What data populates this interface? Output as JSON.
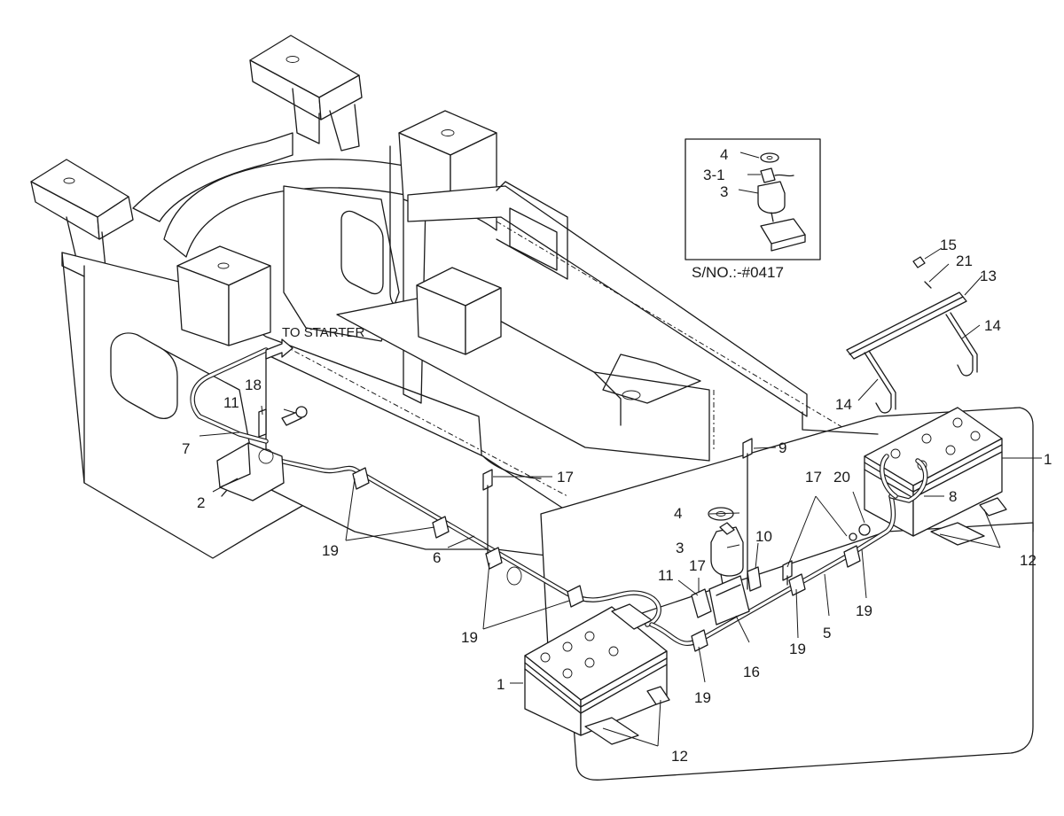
{
  "texts": {
    "to_starter": "TO STARTER",
    "inset_serial": "S/NO.:-#0417"
  },
  "callouts": [
    {
      "id": "c1a",
      "label": "1"
    },
    {
      "id": "c1b",
      "label": "1"
    },
    {
      "id": "c2",
      "label": "2"
    },
    {
      "id": "c3",
      "label": "3"
    },
    {
      "id": "c3i",
      "label": "3"
    },
    {
      "id": "c31i",
      "label": "3-1"
    },
    {
      "id": "c4",
      "label": "4"
    },
    {
      "id": "c4i",
      "label": "4"
    },
    {
      "id": "c5",
      "label": "5"
    },
    {
      "id": "c6",
      "label": "6"
    },
    {
      "id": "c7",
      "label": "7"
    },
    {
      "id": "c8",
      "label": "8"
    },
    {
      "id": "c9",
      "label": "9"
    },
    {
      "id": "c10",
      "label": "10"
    },
    {
      "id": "c11a",
      "label": "11"
    },
    {
      "id": "c11b",
      "label": "11"
    },
    {
      "id": "c12a",
      "label": "12"
    },
    {
      "id": "c12b",
      "label": "12"
    },
    {
      "id": "c13",
      "label": "13"
    },
    {
      "id": "c14a",
      "label": "14"
    },
    {
      "id": "c14b",
      "label": "14"
    },
    {
      "id": "c15",
      "label": "15"
    },
    {
      "id": "c16",
      "label": "16"
    },
    {
      "id": "c17a",
      "label": "17"
    },
    {
      "id": "c17b",
      "label": "17"
    },
    {
      "id": "c17c",
      "label": "17"
    },
    {
      "id": "c18",
      "label": "18"
    },
    {
      "id": "c19a",
      "label": "19"
    },
    {
      "id": "c19b",
      "label": "19"
    },
    {
      "id": "c19c",
      "label": "19"
    },
    {
      "id": "c19d",
      "label": "19"
    },
    {
      "id": "c19e",
      "label": "19"
    },
    {
      "id": "c20",
      "label": "20"
    },
    {
      "id": "c21",
      "label": "21"
    }
  ]
}
